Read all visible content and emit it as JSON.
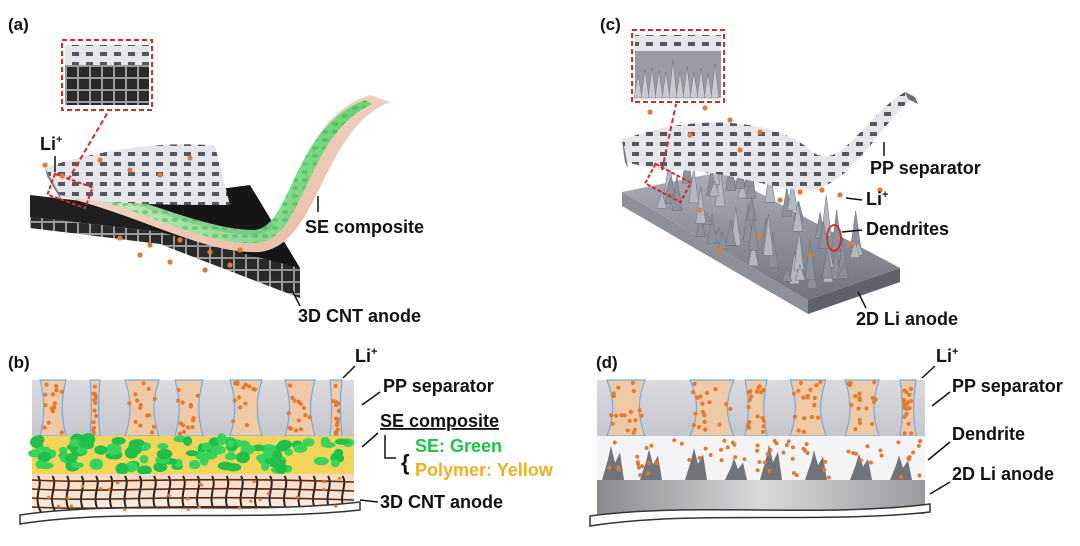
{
  "panels": {
    "a": "(a)",
    "b": "(b)",
    "c": "(c)",
    "d": "(d)"
  },
  "panel_a": {
    "li": "Li",
    "li_sup": "+",
    "se_composite": "SE composite",
    "anode": "3D CNT anode"
  },
  "panel_b": {
    "li": "Li",
    "li_sup": "+",
    "separator": "PP separator",
    "se_composite": "SE composite",
    "se_green": "SE: Green",
    "polymer_yellow": "Polymer: Yellow",
    "anode": "3D CNT anode",
    "brace": "{"
  },
  "panel_c": {
    "separator": "PP separator",
    "li": "Li",
    "li_sup": "+",
    "dendrites": "Dendrites",
    "anode": "2D Li anode"
  },
  "panel_d": {
    "li": "Li",
    "li_sup": "+",
    "separator": "PP separator",
    "dendrite": "Dendrite",
    "anode": "2D Li anode"
  },
  "colors": {
    "li_ion": "#e57a2e",
    "se_green": "#1fc24a",
    "polymer_yellow": "#f2b01e",
    "separator_gray": "#cfcfd4",
    "zoom_box": "#d42a2a"
  }
}
